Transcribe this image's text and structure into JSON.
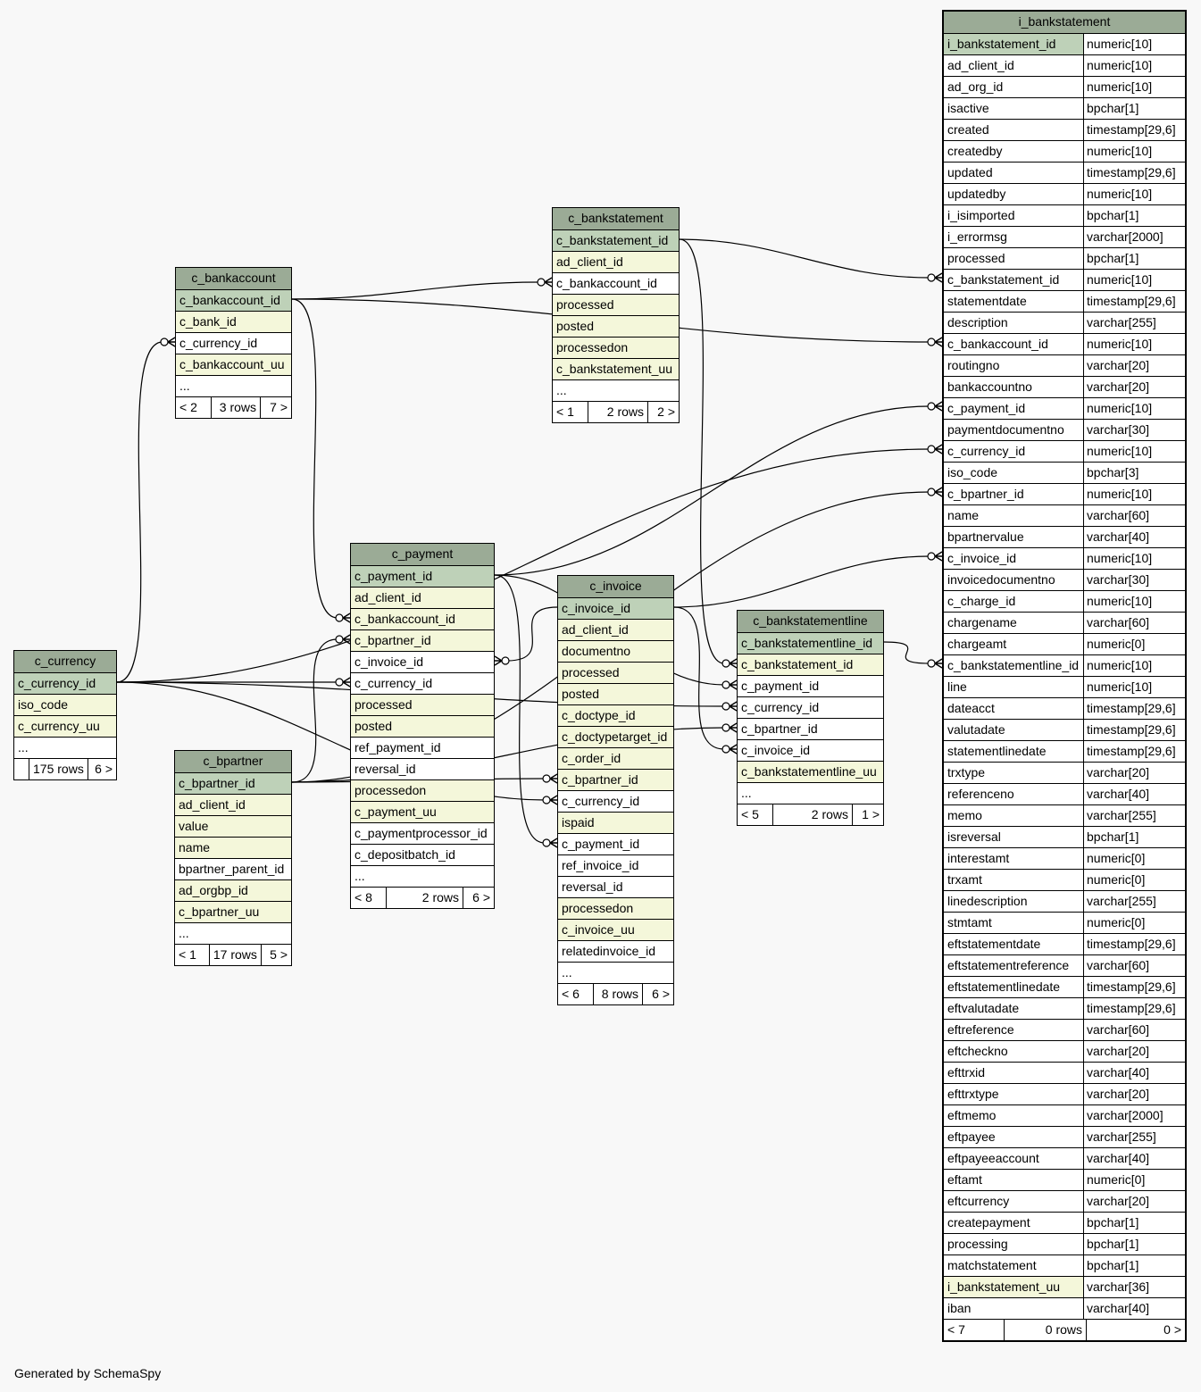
{
  "footer_text": "Generated by SchemaSpy",
  "tables": {
    "c_currency": {
      "name": "c_currency",
      "columns": [
        {
          "name": "c_currency_id",
          "kind": "pk"
        },
        {
          "name": "iso_code",
          "kind": "idx"
        },
        {
          "name": "c_currency_uu",
          "kind": "idx"
        },
        {
          "name": "...",
          "kind": "plain"
        }
      ],
      "footer": {
        "parents": "",
        "rows": "175 rows",
        "children": "6 >"
      }
    },
    "c_bankaccount": {
      "name": "c_bankaccount",
      "columns": [
        {
          "name": "c_bankaccount_id",
          "kind": "pk"
        },
        {
          "name": "c_bank_id",
          "kind": "idx"
        },
        {
          "name": "c_currency_id",
          "kind": "plain"
        },
        {
          "name": "c_bankaccount_uu",
          "kind": "idx"
        },
        {
          "name": "...",
          "kind": "plain"
        }
      ],
      "footer": {
        "parents": "< 2",
        "rows": "3 rows",
        "children": "7 >"
      }
    },
    "c_bankstatement": {
      "name": "c_bankstatement",
      "columns": [
        {
          "name": "c_bankstatement_id",
          "kind": "pk"
        },
        {
          "name": "ad_client_id",
          "kind": "idx"
        },
        {
          "name": "c_bankaccount_id",
          "kind": "plain"
        },
        {
          "name": "processed",
          "kind": "idx"
        },
        {
          "name": "posted",
          "kind": "idx"
        },
        {
          "name": "processedon",
          "kind": "idx"
        },
        {
          "name": "c_bankstatement_uu",
          "kind": "idx"
        },
        {
          "name": "...",
          "kind": "plain"
        }
      ],
      "footer": {
        "parents": "< 1",
        "rows": "2 rows",
        "children": "2 >"
      }
    },
    "c_bpartner": {
      "name": "c_bpartner",
      "columns": [
        {
          "name": "c_bpartner_id",
          "kind": "pk"
        },
        {
          "name": "ad_client_id",
          "kind": "idx"
        },
        {
          "name": "value",
          "kind": "idx"
        },
        {
          "name": "name",
          "kind": "idx"
        },
        {
          "name": "bpartner_parent_id",
          "kind": "plain"
        },
        {
          "name": "ad_orgbp_id",
          "kind": "idx"
        },
        {
          "name": "c_bpartner_uu",
          "kind": "idx"
        },
        {
          "name": "...",
          "kind": "plain"
        }
      ],
      "footer": {
        "parents": "< 1",
        "rows": "17 rows",
        "children": "5 >"
      }
    },
    "c_payment": {
      "name": "c_payment",
      "columns": [
        {
          "name": "c_payment_id",
          "kind": "pk"
        },
        {
          "name": "ad_client_id",
          "kind": "idx"
        },
        {
          "name": "c_bankaccount_id",
          "kind": "idx"
        },
        {
          "name": "c_bpartner_id",
          "kind": "idx"
        },
        {
          "name": "c_invoice_id",
          "kind": "plain"
        },
        {
          "name": "c_currency_id",
          "kind": "plain"
        },
        {
          "name": "processed",
          "kind": "idx"
        },
        {
          "name": "posted",
          "kind": "idx"
        },
        {
          "name": "ref_payment_id",
          "kind": "plain"
        },
        {
          "name": "reversal_id",
          "kind": "plain"
        },
        {
          "name": "processedon",
          "kind": "idx"
        },
        {
          "name": "c_payment_uu",
          "kind": "idx"
        },
        {
          "name": "c_paymentprocessor_id",
          "kind": "plain"
        },
        {
          "name": "c_depositbatch_id",
          "kind": "plain"
        },
        {
          "name": "...",
          "kind": "plain"
        }
      ],
      "footer": {
        "parents": "< 8",
        "rows": "2 rows",
        "children": "6 >"
      }
    },
    "c_invoice": {
      "name": "c_invoice",
      "columns": [
        {
          "name": "c_invoice_id",
          "kind": "pk"
        },
        {
          "name": "ad_client_id",
          "kind": "idx"
        },
        {
          "name": "documentno",
          "kind": "idx"
        },
        {
          "name": "processed",
          "kind": "idx"
        },
        {
          "name": "posted",
          "kind": "idx"
        },
        {
          "name": "c_doctype_id",
          "kind": "idx"
        },
        {
          "name": "c_doctypetarget_id",
          "kind": "idx"
        },
        {
          "name": "c_order_id",
          "kind": "idx"
        },
        {
          "name": "c_bpartner_id",
          "kind": "idx"
        },
        {
          "name": "c_currency_id",
          "kind": "plain"
        },
        {
          "name": "ispaid",
          "kind": "idx"
        },
        {
          "name": "c_payment_id",
          "kind": "plain"
        },
        {
          "name": "ref_invoice_id",
          "kind": "plain"
        },
        {
          "name": "reversal_id",
          "kind": "plain"
        },
        {
          "name": "processedon",
          "kind": "idx"
        },
        {
          "name": "c_invoice_uu",
          "kind": "idx"
        },
        {
          "name": "relatedinvoice_id",
          "kind": "plain"
        },
        {
          "name": "...",
          "kind": "plain"
        }
      ],
      "footer": {
        "parents": "< 6",
        "rows": "8 rows",
        "children": "6 >"
      }
    },
    "c_bankstatementline": {
      "name": "c_bankstatementline",
      "columns": [
        {
          "name": "c_bankstatementline_id",
          "kind": "pk"
        },
        {
          "name": "c_bankstatement_id",
          "kind": "idx"
        },
        {
          "name": "c_payment_id",
          "kind": "plain"
        },
        {
          "name": "c_currency_id",
          "kind": "plain"
        },
        {
          "name": "c_bpartner_id",
          "kind": "plain"
        },
        {
          "name": "c_invoice_id",
          "kind": "plain"
        },
        {
          "name": "c_bankstatementline_uu",
          "kind": "idx"
        },
        {
          "name": "...",
          "kind": "plain"
        }
      ],
      "footer": {
        "parents": "< 5",
        "rows": "2 rows",
        "children": "1 >"
      }
    },
    "i_bankstatement": {
      "name": "i_bankstatement",
      "columns": [
        {
          "name": "i_bankstatement_id",
          "type": "numeric[10]",
          "kind": "pk"
        },
        {
          "name": "ad_client_id",
          "type": "numeric[10]",
          "kind": "plain"
        },
        {
          "name": "ad_org_id",
          "type": "numeric[10]",
          "kind": "plain"
        },
        {
          "name": "isactive",
          "type": "bpchar[1]",
          "kind": "plain"
        },
        {
          "name": "created",
          "type": "timestamp[29,6]",
          "kind": "plain"
        },
        {
          "name": "createdby",
          "type": "numeric[10]",
          "kind": "plain"
        },
        {
          "name": "updated",
          "type": "timestamp[29,6]",
          "kind": "plain"
        },
        {
          "name": "updatedby",
          "type": "numeric[10]",
          "kind": "plain"
        },
        {
          "name": "i_isimported",
          "type": "bpchar[1]",
          "kind": "plain"
        },
        {
          "name": "i_errormsg",
          "type": "varchar[2000]",
          "kind": "plain"
        },
        {
          "name": "processed",
          "type": "bpchar[1]",
          "kind": "plain"
        },
        {
          "name": "c_bankstatement_id",
          "type": "numeric[10]",
          "kind": "plain"
        },
        {
          "name": "statementdate",
          "type": "timestamp[29,6]",
          "kind": "plain"
        },
        {
          "name": "description",
          "type": "varchar[255]",
          "kind": "plain"
        },
        {
          "name": "c_bankaccount_id",
          "type": "numeric[10]",
          "kind": "plain"
        },
        {
          "name": "routingno",
          "type": "varchar[20]",
          "kind": "plain"
        },
        {
          "name": "bankaccountno",
          "type": "varchar[20]",
          "kind": "plain"
        },
        {
          "name": "c_payment_id",
          "type": "numeric[10]",
          "kind": "plain"
        },
        {
          "name": "paymentdocumentno",
          "type": "varchar[30]",
          "kind": "plain"
        },
        {
          "name": "c_currency_id",
          "type": "numeric[10]",
          "kind": "plain"
        },
        {
          "name": "iso_code",
          "type": "bpchar[3]",
          "kind": "plain"
        },
        {
          "name": "c_bpartner_id",
          "type": "numeric[10]",
          "kind": "plain"
        },
        {
          "name": "name",
          "type": "varchar[60]",
          "kind": "plain"
        },
        {
          "name": "bpartnervalue",
          "type": "varchar[40]",
          "kind": "plain"
        },
        {
          "name": "c_invoice_id",
          "type": "numeric[10]",
          "kind": "plain"
        },
        {
          "name": "invoicedocumentno",
          "type": "varchar[30]",
          "kind": "plain"
        },
        {
          "name": "c_charge_id",
          "type": "numeric[10]",
          "kind": "plain"
        },
        {
          "name": "chargename",
          "type": "varchar[60]",
          "kind": "plain"
        },
        {
          "name": "chargeamt",
          "type": "numeric[0]",
          "kind": "plain"
        },
        {
          "name": "c_bankstatementline_id",
          "type": "numeric[10]",
          "kind": "plain"
        },
        {
          "name": "line",
          "type": "numeric[10]",
          "kind": "plain"
        },
        {
          "name": "dateacct",
          "type": "timestamp[29,6]",
          "kind": "plain"
        },
        {
          "name": "valutadate",
          "type": "timestamp[29,6]",
          "kind": "plain"
        },
        {
          "name": "statementlinedate",
          "type": "timestamp[29,6]",
          "kind": "plain"
        },
        {
          "name": "trxtype",
          "type": "varchar[20]",
          "kind": "plain"
        },
        {
          "name": "referenceno",
          "type": "varchar[40]",
          "kind": "plain"
        },
        {
          "name": "memo",
          "type": "varchar[255]",
          "kind": "plain"
        },
        {
          "name": "isreversal",
          "type": "bpchar[1]",
          "kind": "plain"
        },
        {
          "name": "interestamt",
          "type": "numeric[0]",
          "kind": "plain"
        },
        {
          "name": "trxamt",
          "type": "numeric[0]",
          "kind": "plain"
        },
        {
          "name": "linedescription",
          "type": "varchar[255]",
          "kind": "plain"
        },
        {
          "name": "stmtamt",
          "type": "numeric[0]",
          "kind": "plain"
        },
        {
          "name": "eftstatementdate",
          "type": "timestamp[29,6]",
          "kind": "plain"
        },
        {
          "name": "eftstatementreference",
          "type": "varchar[60]",
          "kind": "plain"
        },
        {
          "name": "eftstatementlinedate",
          "type": "timestamp[29,6]",
          "kind": "plain"
        },
        {
          "name": "eftvalutadate",
          "type": "timestamp[29,6]",
          "kind": "plain"
        },
        {
          "name": "eftreference",
          "type": "varchar[60]",
          "kind": "plain"
        },
        {
          "name": "eftcheckno",
          "type": "varchar[20]",
          "kind": "plain"
        },
        {
          "name": "efttrxid",
          "type": "varchar[40]",
          "kind": "plain"
        },
        {
          "name": "efttrxtype",
          "type": "varchar[20]",
          "kind": "plain"
        },
        {
          "name": "eftmemo",
          "type": "varchar[2000]",
          "kind": "plain"
        },
        {
          "name": "eftpayee",
          "type": "varchar[255]",
          "kind": "plain"
        },
        {
          "name": "eftpayeeaccount",
          "type": "varchar[40]",
          "kind": "plain"
        },
        {
          "name": "eftamt",
          "type": "numeric[0]",
          "kind": "plain"
        },
        {
          "name": "eftcurrency",
          "type": "varchar[20]",
          "kind": "plain"
        },
        {
          "name": "createpayment",
          "type": "bpchar[1]",
          "kind": "plain"
        },
        {
          "name": "processing",
          "type": "bpchar[1]",
          "kind": "plain"
        },
        {
          "name": "matchstatement",
          "type": "bpchar[1]",
          "kind": "plain"
        },
        {
          "name": "i_bankstatement_uu",
          "type": "varchar[36]",
          "kind": "idx"
        },
        {
          "name": "iban",
          "type": "varchar[40]",
          "kind": "plain"
        }
      ],
      "footer": {
        "parents": "< 7",
        "rows": "0 rows",
        "children": "0 >"
      }
    }
  },
  "relations": [
    {
      "from": "c_bankaccount.c_currency_id",
      "to": "c_currency.c_currency_id"
    },
    {
      "from": "c_bankstatement.c_bankaccount_id",
      "to": "c_bankaccount.c_bankaccount_id"
    },
    {
      "from": "c_payment.c_bankaccount_id",
      "to": "c_bankaccount.c_bankaccount_id"
    },
    {
      "from": "c_payment.c_bpartner_id",
      "to": "c_bpartner.c_bpartner_id"
    },
    {
      "from": "c_payment.c_invoice_id",
      "to": "c_invoice.c_invoice_id"
    },
    {
      "from": "c_payment.c_currency_id",
      "to": "c_currency.c_currency_id"
    },
    {
      "from": "c_invoice.c_bpartner_id",
      "to": "c_bpartner.c_bpartner_id"
    },
    {
      "from": "c_invoice.c_currency_id",
      "to": "c_currency.c_currency_id"
    },
    {
      "from": "c_invoice.c_payment_id",
      "to": "c_payment.c_payment_id"
    },
    {
      "from": "c_bankstatementline.c_bankstatement_id",
      "to": "c_bankstatement.c_bankstatement_id"
    },
    {
      "from": "c_bankstatementline.c_payment_id",
      "to": "c_payment.c_payment_id"
    },
    {
      "from": "c_bankstatementline.c_currency_id",
      "to": "c_currency.c_currency_id"
    },
    {
      "from": "c_bankstatementline.c_bpartner_id",
      "to": "c_bpartner.c_bpartner_id"
    },
    {
      "from": "c_bankstatementline.c_invoice_id",
      "to": "c_invoice.c_invoice_id"
    },
    {
      "from": "i_bankstatement.c_bankstatement_id",
      "to": "c_bankstatement.c_bankstatement_id"
    },
    {
      "from": "i_bankstatement.c_bankaccount_id",
      "to": "c_bankaccount.c_bankaccount_id"
    },
    {
      "from": "i_bankstatement.c_payment_id",
      "to": "c_payment.c_payment_id"
    },
    {
      "from": "i_bankstatement.c_currency_id",
      "to": "c_currency.c_currency_id"
    },
    {
      "from": "i_bankstatement.c_bpartner_id",
      "to": "c_bpartner.c_bpartner_id"
    },
    {
      "from": "i_bankstatement.c_invoice_id",
      "to": "c_invoice.c_invoice_id"
    },
    {
      "from": "i_bankstatement.c_bankstatementline_id",
      "to": "c_bankstatementline.c_bankstatementline_id"
    }
  ]
}
